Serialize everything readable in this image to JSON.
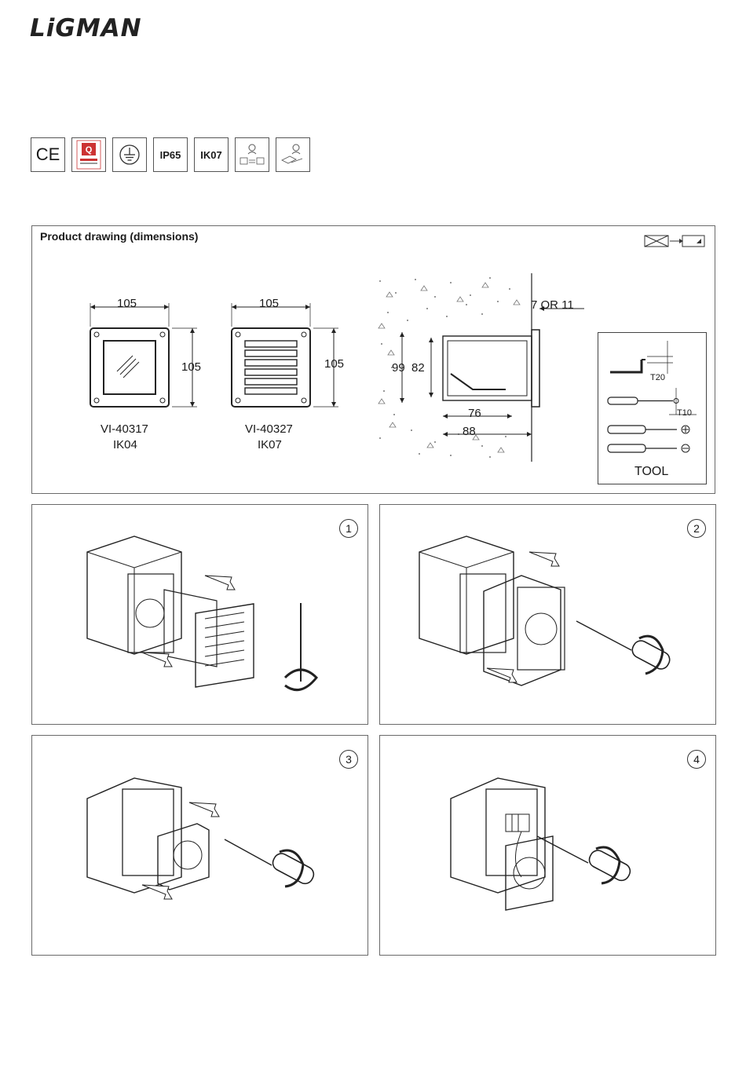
{
  "brand": "LiGMAN",
  "certifications": [
    {
      "label": "CE",
      "icon": "ce-mark-icon"
    },
    {
      "label": "",
      "icon": "quality-seal-icon"
    },
    {
      "label": "",
      "icon": "earth-ground-icon"
    },
    {
      "label": "IP65",
      "icon": "ip65-badge"
    },
    {
      "label": "IK07",
      "icon": "ik07-badge"
    },
    {
      "label": "",
      "icon": "installer-replace-icon"
    },
    {
      "label": "",
      "icon": "replace-lamp-icon"
    }
  ],
  "drawing_panel": {
    "title": "Product drawing (dimensions)",
    "model_a": {
      "width": "105",
      "height": "105",
      "code": "VI-40317",
      "ik": "IK04"
    },
    "model_b": {
      "width": "105",
      "height": "105",
      "code": "VI-40327",
      "ik": "IK07"
    },
    "section": {
      "protrusion": "7 OR 11",
      "outer_h": "99",
      "inner_h": "82",
      "depth_inner": "76",
      "depth_outer": "88"
    },
    "tool": {
      "title": "TOOL",
      "t20": "T20",
      "t10": "T10"
    }
  },
  "steps": [
    {
      "number": "1"
    },
    {
      "number": "2"
    },
    {
      "number": "3"
    },
    {
      "number": "4"
    }
  ]
}
